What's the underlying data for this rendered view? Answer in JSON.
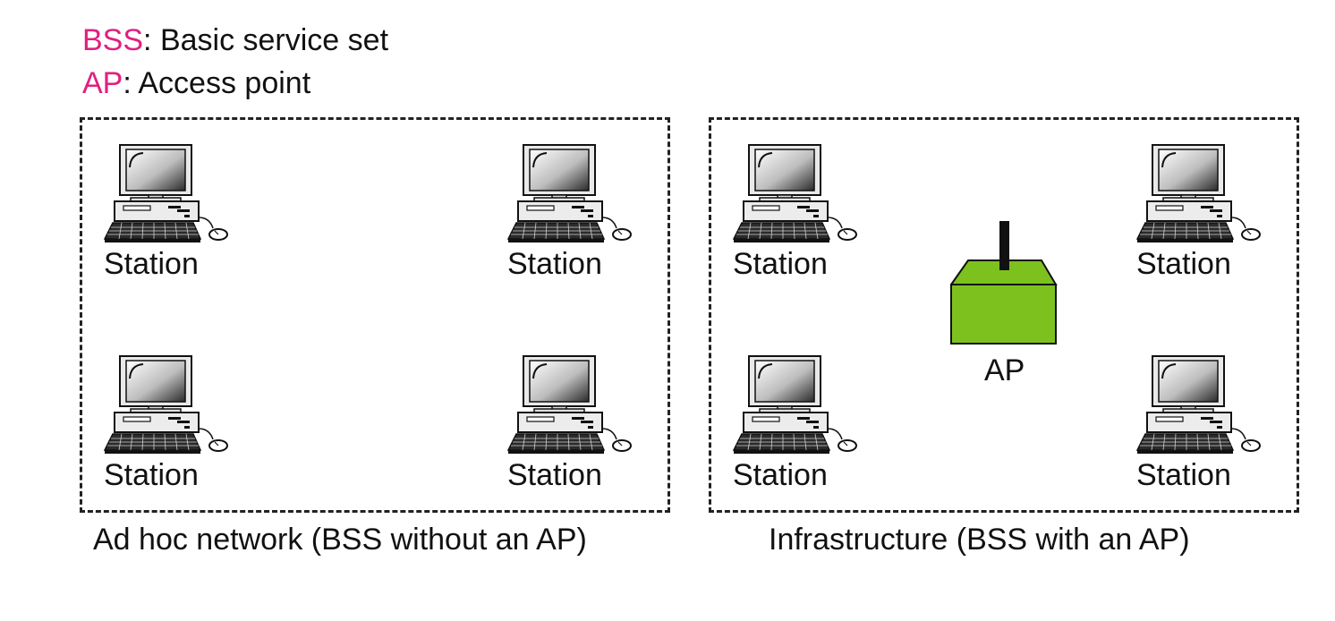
{
  "legend": [
    {
      "abbr": "BSS",
      "text": ": Basic service set"
    },
    {
      "abbr": "AP",
      "text": ": Access point"
    }
  ],
  "station_label": "Station",
  "ap_label": "AP",
  "captions": {
    "adhoc": "Ad hoc network  (BSS without an AP)",
    "infrastructure": "Infrastructure (BSS with an AP)"
  },
  "colors": {
    "legend_abbr": "#e0207f",
    "ap_fill": "#7dc11f",
    "ap_antenna": "#111111"
  },
  "icons": {
    "station": "computer-icon",
    "access_point": "access-point-icon"
  }
}
